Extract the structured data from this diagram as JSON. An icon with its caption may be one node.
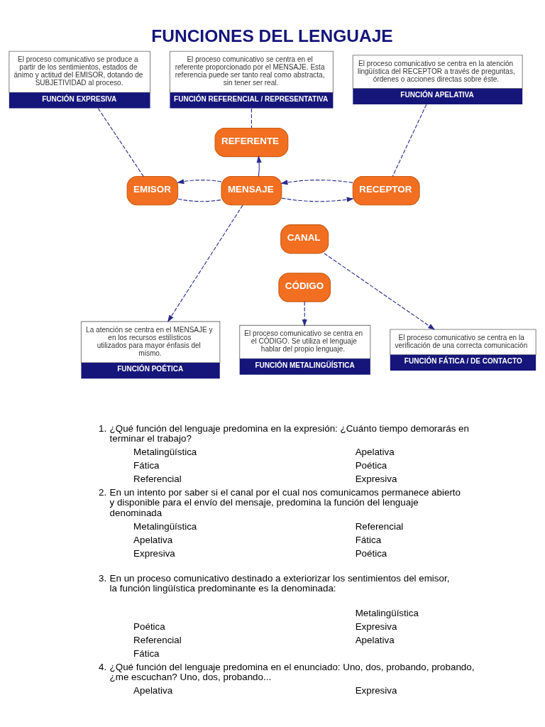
{
  "diagram": {
    "title": "FUNCIONES DEL LENGUAJE",
    "nodes": [
      {
        "text": [
          "El proceso comunicativo se produce a partir de los sentimientos, estados de ánimo y actitud del EMISOR, dotando de SUBJETIVIDAD al proceso.",
          "FUNCIÓN EXPRESIVA"
        ]
      },
      {
        "text": [
          "El proceso comunicativo se centra en el referente proporcionado por el MENSAJE. Esta referencia puede ser tanto real como abstracta, sin tener ser real.",
          "FUNCIÓN REFERENCIAL / REPRESENTATIVA"
        ]
      },
      {
        "text": [
          "El proceso comunicativo se centra en la atención lingüística del RECEPTOR a través de preguntas, órdenes o acciones directas sobre éste.",
          "FUNCIÓN APELATIVA"
        ]
      },
      {
        "text": [
          "REFERENTE"
        ]
      },
      {
        "text": [
          "EMISOR"
        ]
      },
      {
        "text": [
          "MENSAJE"
        ]
      },
      {
        "text": [
          "RECEPTOR"
        ]
      },
      {
        "text": [
          "CANAL"
        ]
      },
      {
        "text": [
          "CÓDIGO"
        ]
      },
      {
        "text": [
          "La atención se centra en el MENSAJE y en los recursos estilísticos utilizados para mayor énfasis del mismo.",
          "FUNCIÓN POÉTICA"
        ]
      },
      {
        "text": [
          "El proceso comunicativo se centra en el CÓDIGO. Se utiliza el lenguaje hablar del propio lenguaje.",
          "FUNCIÓN METALINGÜÍSTICA"
        ]
      },
      {
        "text": [
          "El proceso comunicativo se centra en la verificación de una correcta comunicación",
          "FUNCIÓN FÁTICA / DE CONTACTO"
        ]
      }
    ],
    "edges": [
      {
        "from": 0,
        "to": 4,
        "arrow": "none",
        "style": "dashed"
      },
      {
        "from": 1,
        "to": 3,
        "arrow": "none",
        "style": "dashed"
      },
      {
        "from": 2,
        "to": 6,
        "arrow": "none",
        "style": "dashed"
      },
      {
        "from": 5,
        "to": 3,
        "arrow": "to"
      },
      {
        "from": 4,
        "to": 5,
        "arrow": "none",
        "style": "dashed"
      },
      {
        "from": 5,
        "to": 6,
        "arrow": "to",
        "style": "dashed"
      },
      {
        "from": 6,
        "to": 5,
        "arrow": "to",
        "style": "dashed"
      },
      {
        "from": 5,
        "to": 4,
        "arrow": "to",
        "style": "dashed"
      },
      {
        "from": 5,
        "to": 9,
        "arrow": "to",
        "style": "dashed"
      },
      {
        "from": 8,
        "to": 10,
        "arrow": "to",
        "style": "dashed"
      },
      {
        "from": 7,
        "to": 11,
        "arrow": "to",
        "style": "dashed"
      }
    ],
    "labels": [
      "1.",
      "¿Qué función del lenguaje predomina en la expresión: ¿Cuánto tiempo demorarás en terminar el trabajo?",
      "Metalingüística",
      "Apelativa",
      "Fática",
      "Poética",
      "Referencial",
      "Expresiva",
      "2.",
      "En un intento por saber si el canal por el cual nos comunicamos permanece abierto y disponible para el envío del mensaje, predomina la función del lenguaje denominada",
      "Metalingüística",
      "Referencial",
      "Apelativa",
      "Fática",
      "Expresiva",
      "Poética",
      "3.",
      "En un proceso comunicativo destinado a exteriorizar los sentimientos del emisor, la función lingüística predominante es la denominada:",
      "Metalingüística",
      "Poética",
      "Expresiva",
      "Referencial",
      "Apelativa",
      "Fática",
      "4.",
      "¿Qué función del lenguaje predomina en el enunciado: Uno, dos, probando, probando, ¿me escuchan? Uno, dos, probando...",
      "Apelativa",
      "Expresiva"
    ]
  }
}
